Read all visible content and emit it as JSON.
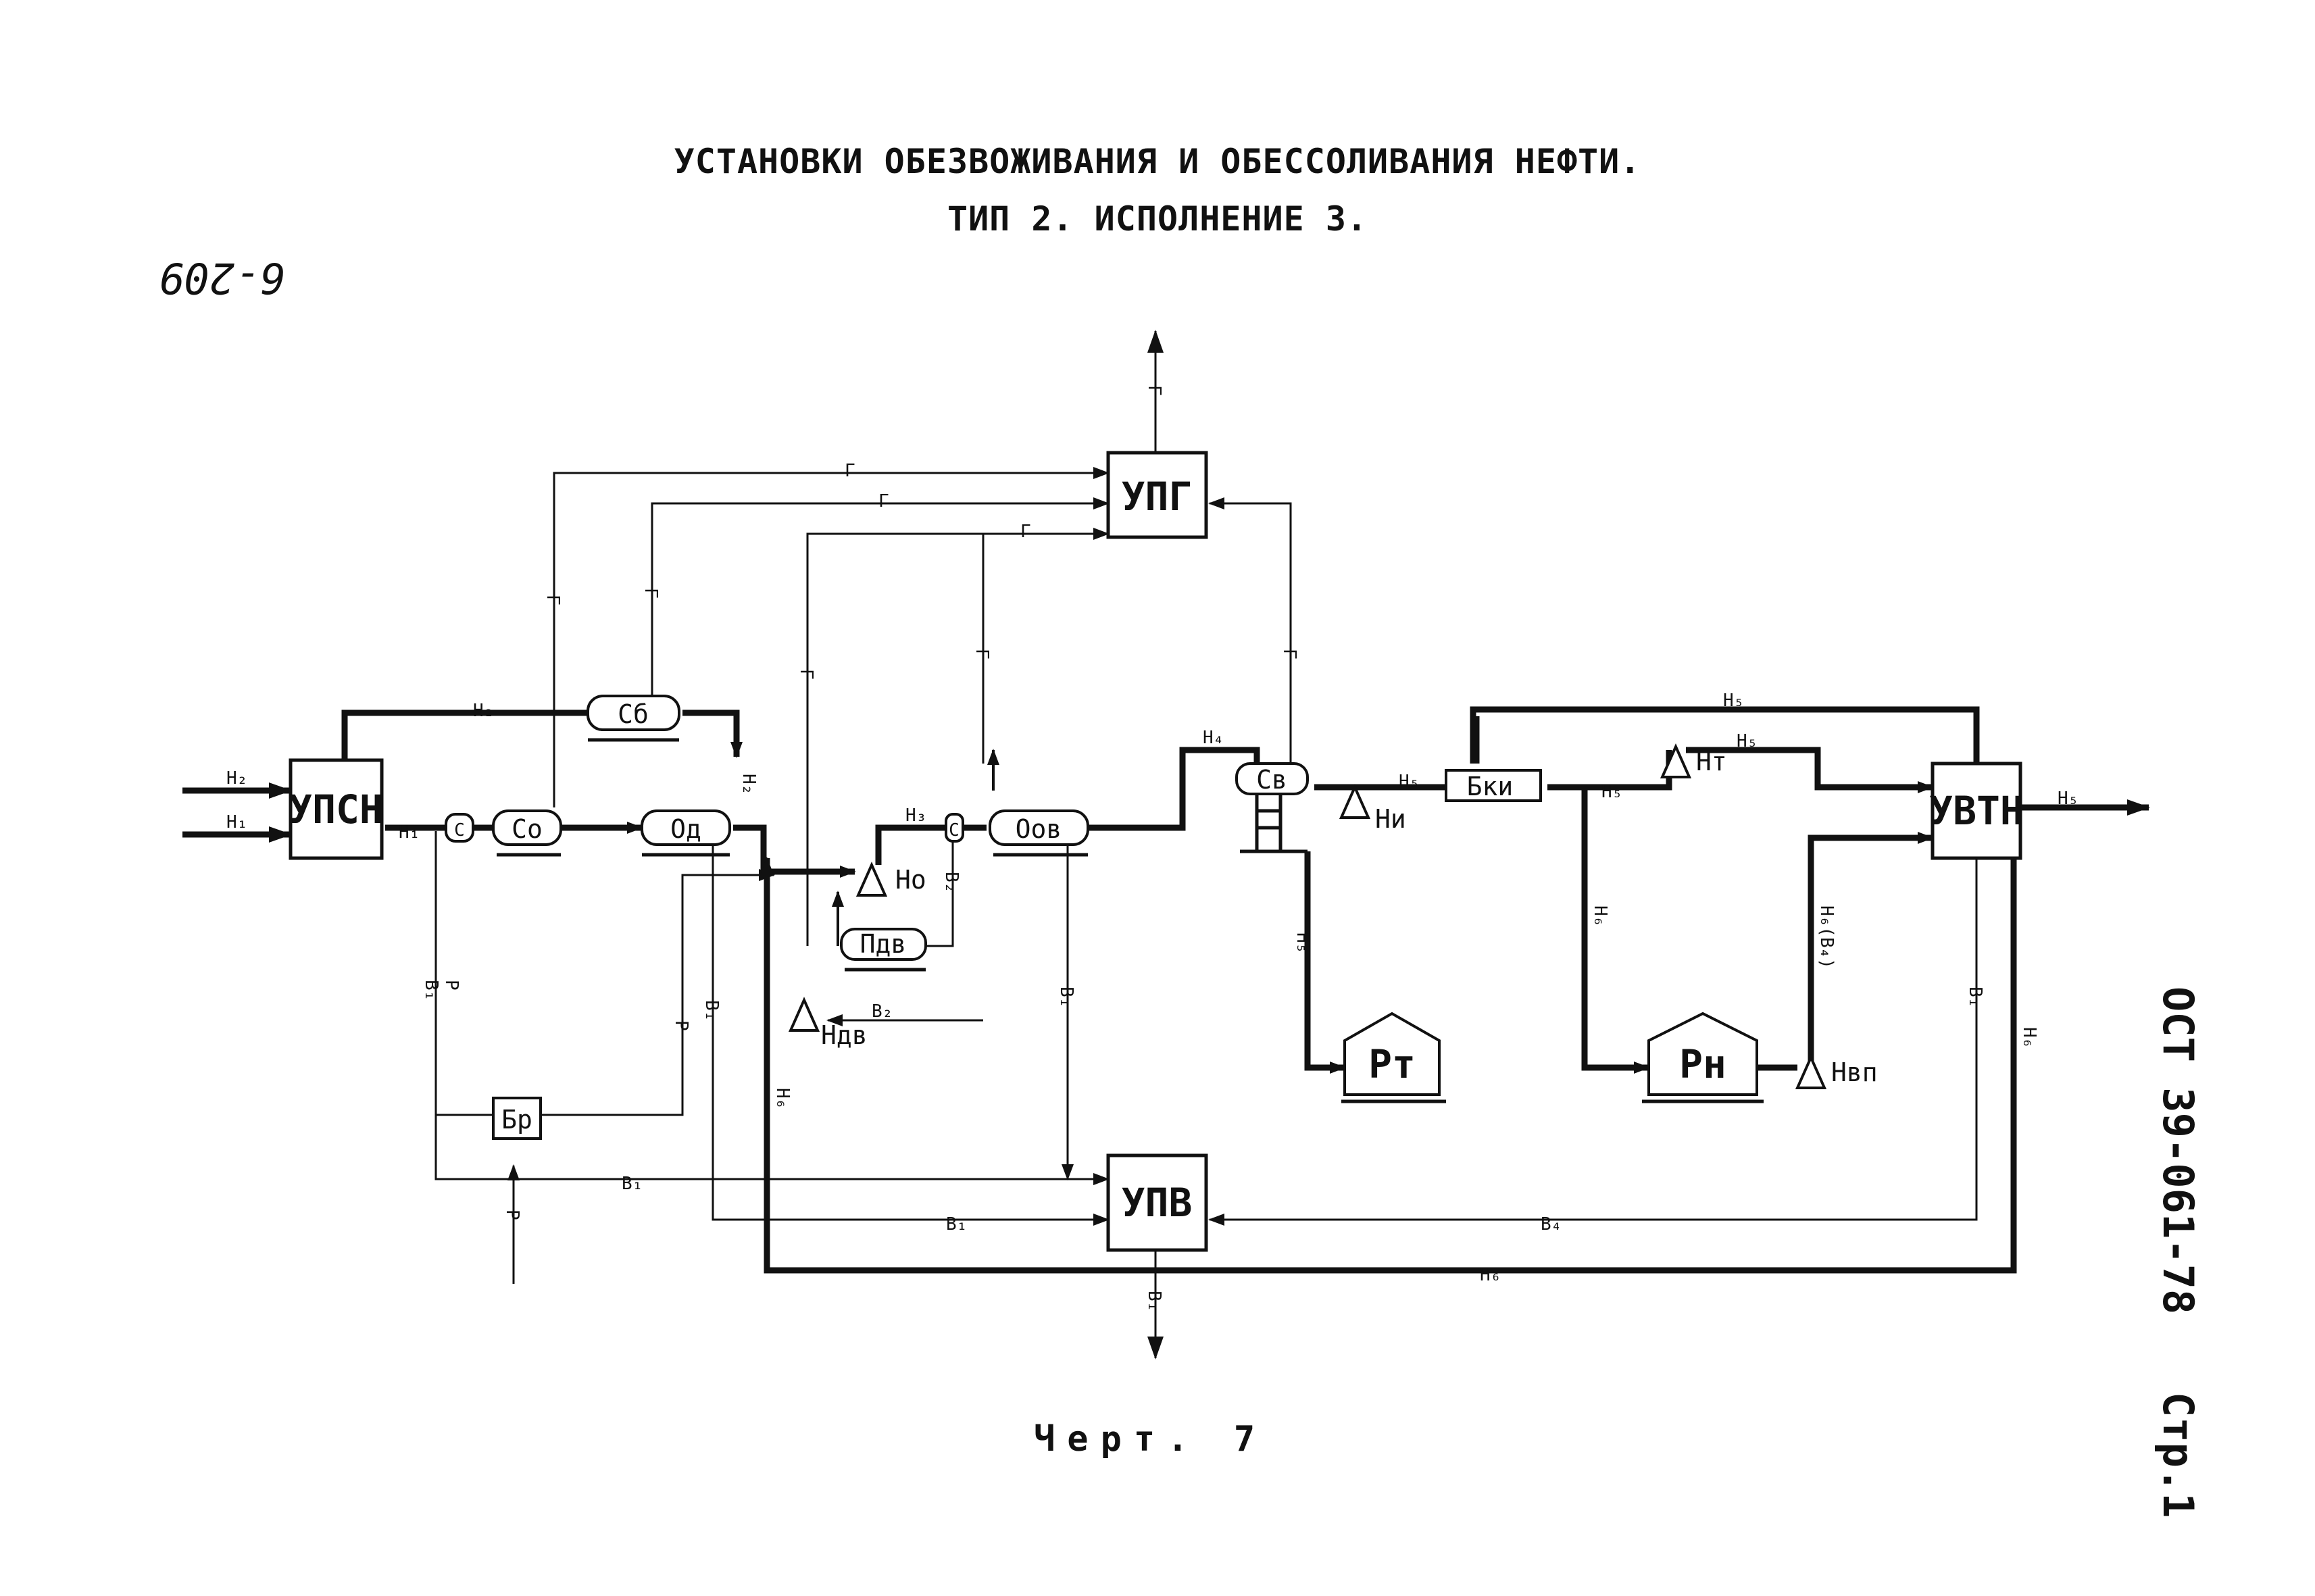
{
  "header": {
    "title_line1": "УСТАНОВКИ ОБЕЗВОЖИВАНИЯ И ОБЕССОЛИВАНИЯ НЕФТИ.",
    "title_line2": "ТИП 2.  ИСПОЛНЕНИЕ 3."
  },
  "margin_left": {
    "handwritten": "6-209"
  },
  "margin_right": {
    "standard": "ОСТ 39-061-78",
    "page": "Стр.1"
  },
  "caption": "Черт. 7",
  "blocks": {
    "upsn": "УПСН",
    "upg": "УПГ",
    "upv": "УПВ",
    "uvtn": "УВТН"
  },
  "equipment": {
    "c_sep": "С",
    "co": "Со",
    "od": "Од",
    "cb": "Сб",
    "c2": "С",
    "ooya": "Оов",
    "pdv": "Пдв",
    "cv": "Св",
    "bki": "Бки",
    "br": "Бр",
    "rt": "Рт",
    "rn": "Рн"
  },
  "pumps": {
    "no": "Но",
    "ndv": "Ндв",
    "ni": "Ни",
    "nt": "Нт",
    "nvp": "Нвп"
  },
  "streams": {
    "n1": "Н₁",
    "n2": "Н₂",
    "n3": "Н₃",
    "n4": "Н₄",
    "n5": "Н₅",
    "n6": "Н₆",
    "n6b4": "Н₆(В₄)",
    "g": "Г",
    "v1": "В₁",
    "v2": "В₂",
    "v4": "В₄",
    "r": "Р"
  }
}
